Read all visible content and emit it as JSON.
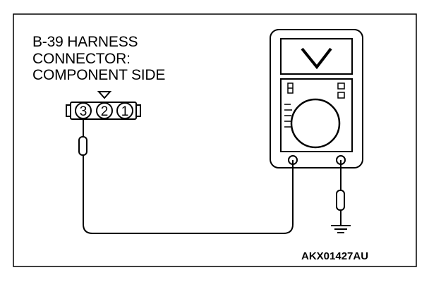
{
  "diagram": {
    "title_lines": [
      "B-39 HARNESS",
      "CONNECTOR:",
      "COMPONENT SIDE"
    ],
    "connector_pins": [
      "3",
      "2",
      "1"
    ],
    "meter_mode_symbol": "V",
    "figure_code": "AKX01427AU"
  },
  "icons": [
    "connector-icon",
    "multimeter-icon",
    "probe-icon",
    "ground-icon"
  ]
}
